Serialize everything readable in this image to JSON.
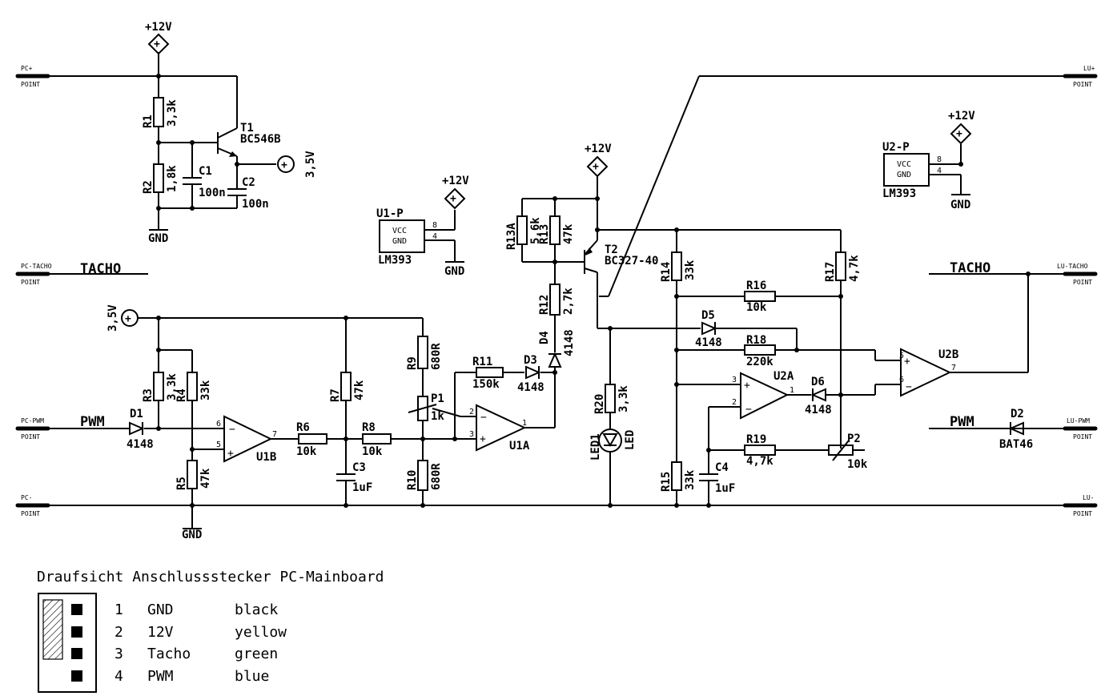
{
  "supplies": {
    "plus12": "+12V",
    "v35": "3,5V",
    "gnd": "GND"
  },
  "ports": {
    "pc_plus": "PC+",
    "pc_tacho": "PC-TACHO",
    "pc_pwm": "PC-PWM",
    "pc_minus": "PC-",
    "lu_plus": "LU+",
    "lu_tacho": "LU-TACHO",
    "lu_pwm": "LU-PWM",
    "lu_minus": "LU-",
    "point": "POINT"
  },
  "signals": {
    "tacho": "TACHO",
    "pwm": "PWM"
  },
  "components": {
    "R1": {
      "ref": "R1",
      "val": "3,3k"
    },
    "R2": {
      "ref": "R2",
      "val": "1,8k"
    },
    "C1": {
      "ref": "C1",
      "val": "100n"
    },
    "C2": {
      "ref": "C2",
      "val": "100n"
    },
    "T1": {
      "ref": "T1",
      "val": "BC546B"
    },
    "U1P": {
      "ref": "U1-P",
      "val": "LM393",
      "vcc": "VCC",
      "gnd": "GND",
      "p8": "8",
      "p4": "4"
    },
    "U2P": {
      "ref": "U2-P",
      "val": "LM393",
      "vcc": "VCC",
      "gnd": "GND",
      "p8": "8",
      "p4": "4"
    },
    "R13A": {
      "ref": "R13A",
      "val": "5,6k"
    },
    "R13": {
      "ref": "R13",
      "val": "47k"
    },
    "T2": {
      "ref": "T2",
      "val": "BC327-40"
    },
    "R12": {
      "ref": "R12",
      "val": "2,7k"
    },
    "D4": {
      "ref": "D4",
      "val": "4148"
    },
    "R14": {
      "ref": "R14",
      "val": "33k"
    },
    "R17": {
      "ref": "R17",
      "val": "4,7k"
    },
    "R16": {
      "ref": "R16",
      "val": "10k"
    },
    "D5": {
      "ref": "D5",
      "val": "4148"
    },
    "R18": {
      "ref": "R18",
      "val": "220k"
    },
    "R3": {
      "ref": "R3",
      "val": "3,3k"
    },
    "R4": {
      "ref": "R4",
      "val": "33k"
    },
    "R5": {
      "ref": "R5",
      "val": "47k"
    },
    "D1": {
      "ref": "D1",
      "val": "4148"
    },
    "U1B": {
      "ref": "U1B",
      "p6": "6",
      "p5": "5",
      "p7": "7"
    },
    "R6": {
      "ref": "R6",
      "val": "10k"
    },
    "R7": {
      "ref": "R7",
      "val": "47k"
    },
    "C3": {
      "ref": "C3",
      "val": "1uF"
    },
    "R8": {
      "ref": "R8",
      "val": "10k"
    },
    "R9": {
      "ref": "R9",
      "val": "680R"
    },
    "P1": {
      "ref": "P1",
      "val": "1k"
    },
    "R10": {
      "ref": "R10",
      "val": "680R"
    },
    "R11": {
      "ref": "R11",
      "val": "150k"
    },
    "D3": {
      "ref": "D3",
      "val": "4148"
    },
    "U1A": {
      "ref": "U1A",
      "p2": "2",
      "p3": "3",
      "p1": "1"
    },
    "R20": {
      "ref": "R20",
      "val": "3,3k"
    },
    "LED1": {
      "ref": "LED1",
      "val": "LED"
    },
    "U2A": {
      "ref": "U2A",
      "p3": "3",
      "p2": "2",
      "p1": "1"
    },
    "D6": {
      "ref": "D6",
      "val": "4148"
    },
    "U2B": {
      "ref": "U2B",
      "p5": "5",
      "p6": "6",
      "p7": "7"
    },
    "R15": {
      "ref": "R15",
      "val": "33k"
    },
    "C4": {
      "ref": "C4",
      "val": "1uF"
    },
    "R19": {
      "ref": "R19",
      "val": "4,7k"
    },
    "P2": {
      "ref": "P2",
      "val": "10k"
    },
    "D2": {
      "ref": "D2",
      "val": "BAT46"
    }
  },
  "connector": {
    "title": "Draufsicht Anschlussstecker PC-Mainboard",
    "pins": [
      {
        "num": "1",
        "name": "GND",
        "color": "black"
      },
      {
        "num": "2",
        "name": "12V",
        "color": "yellow"
      },
      {
        "num": "3",
        "name": "Tacho",
        "color": "green"
      },
      {
        "num": "4",
        "name": "PWM",
        "color": "blue"
      }
    ]
  }
}
